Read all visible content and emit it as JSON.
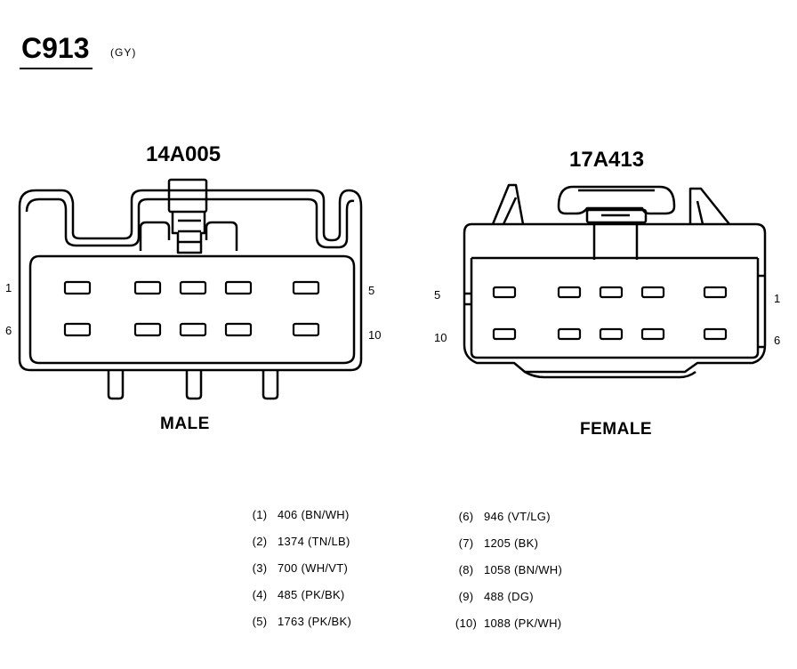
{
  "header": {
    "connector_id": "C913",
    "color_code": "(GY)"
  },
  "male_connector": {
    "part_number": "14A005",
    "label": "MALE",
    "pin_labels": {
      "top_left": "1",
      "bottom_left": "6",
      "top_right": "5",
      "bottom_right": "10"
    }
  },
  "female_connector": {
    "part_number": "17A413",
    "label": "FEMALE",
    "pin_labels": {
      "top_left": "5",
      "bottom_left": "10",
      "top_right": "1",
      "bottom_right": "6"
    }
  },
  "legend": [
    {
      "index": "(1)",
      "desc": "406 (BN/WH)"
    },
    {
      "index": "(2)",
      "desc": "1374 (TN/LB)"
    },
    {
      "index": "(3)",
      "desc": "700 (WH/VT)"
    },
    {
      "index": "(4)",
      "desc": "485 (PK/BK)"
    },
    {
      "index": "(5)",
      "desc": "1763 (PK/BK)"
    },
    {
      "index": "(6)",
      "desc": "946 (VT/LG)"
    },
    {
      "index": "(7)",
      "desc": "1205 (BK)"
    },
    {
      "index": "(8)",
      "desc": "1058 (BN/WH)"
    },
    {
      "index": "(9)",
      "desc": "488 (DG)"
    },
    {
      "index": "(10)",
      "desc": "1088 (PK/WH)"
    }
  ]
}
